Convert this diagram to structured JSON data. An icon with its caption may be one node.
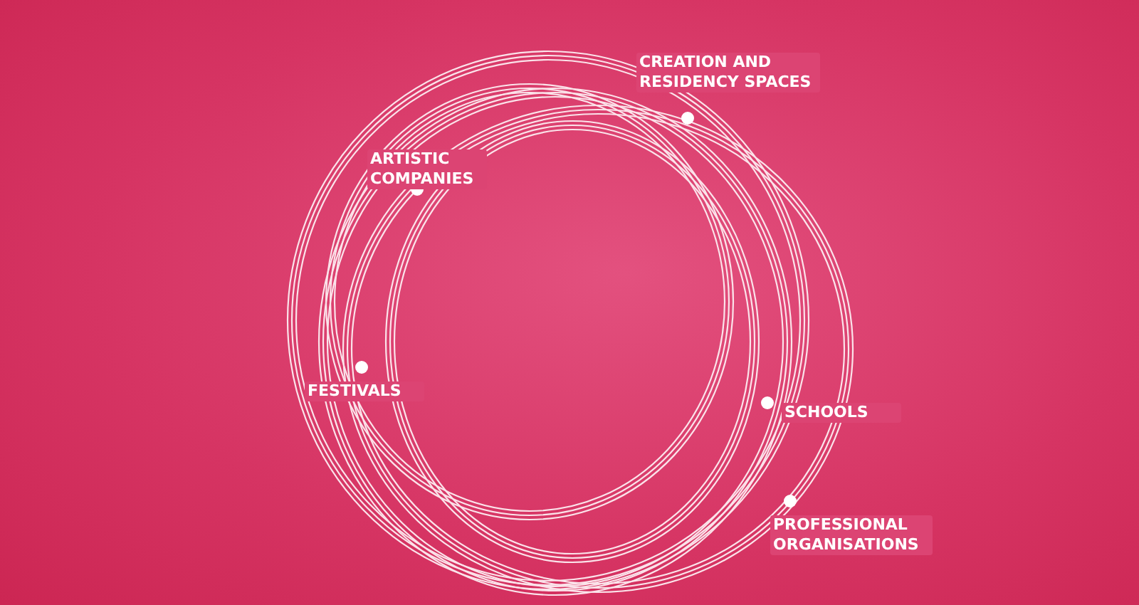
{
  "diagram": {
    "labels": [
      "CREATION AND RESIDENCY SPACES",
      "ARTISTIC COMPANIES",
      "FESTIVALS",
      "SCHOOLS",
      "PROFESSIONAL ORGANISATIONS"
    ]
  }
}
